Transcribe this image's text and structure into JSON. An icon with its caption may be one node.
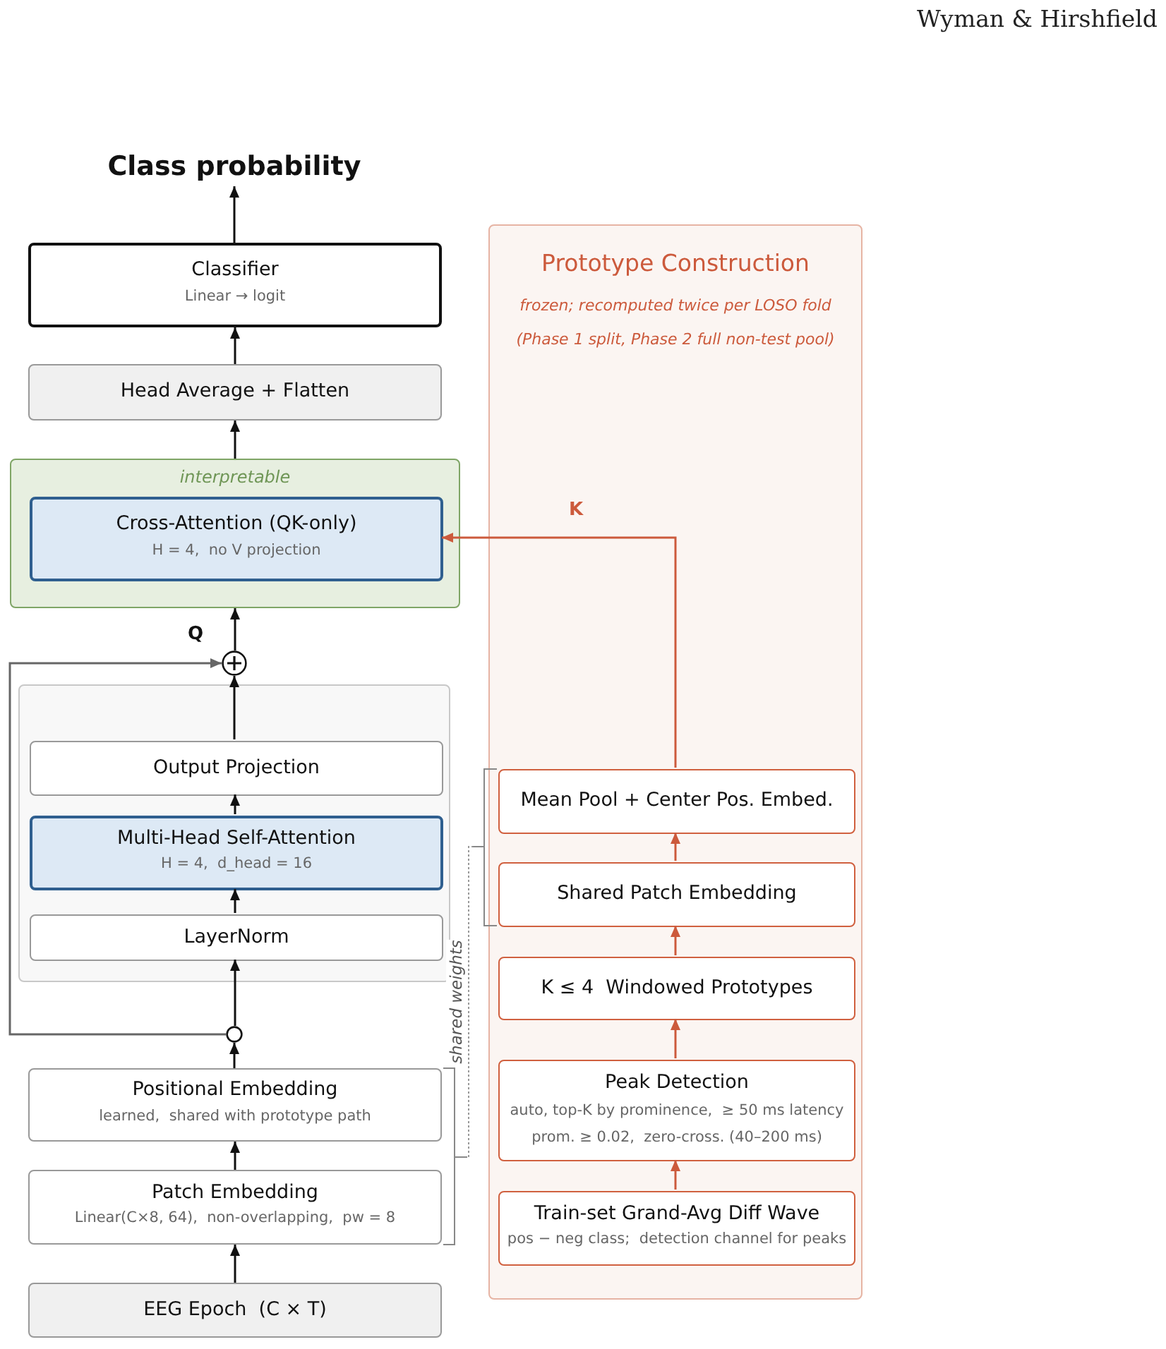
{
  "diagram": {
    "nodes": [
      {
        "text": [
          "Class probability"
        ]
      },
      {
        "text": [
          "Classifier",
          "Linear → logit"
        ]
      },
      {
        "text": [
          "Head Average + Flatten"
        ]
      },
      {
        "text": [
          "interpretable"
        ]
      },
      {
        "text": [
          "Cross-Attention (QK-only)",
          "H = 4,  no V projection"
        ],
        "in": 3
      },
      {
        "text": [
          "Prototype Construction",
          "frozen; recomputed twice per LOSO fold",
          "(Phase 1 split, Phase 2 full non-test pool)"
        ]
      },
      {
        "text": [],
        "shape": "circle"
      },
      {
        "text": [],
        "shape": "box"
      },
      {
        "text": [
          "Output Projection"
        ],
        "in": 7
      },
      {
        "text": [
          "Multi-Head Self-Attention",
          "H = 4,  d_head = 16"
        ],
        "in": 7
      },
      {
        "text": [
          "LayerNorm"
        ],
        "in": 7
      },
      {
        "text": [],
        "shape": "circle"
      },
      {
        "text": [
          "Positional Embedding",
          "learned,  shared with prototype path"
        ]
      },
      {
        "text": [
          "Patch Embedding",
          "Linear(C×8, 64),  non-overlapping,  pw = 8"
        ]
      },
      {
        "text": [
          "EEG Epoch  (C × T)"
        ]
      },
      {
        "text": [
          "Mean Pool + Center Pos. Embed."
        ],
        "in": 5
      },
      {
        "text": [
          "Shared Patch Embedding"
        ],
        "in": 5
      },
      {
        "text": [
          "K ≤ 4  Windowed Prototypes"
        ],
        "in": 5
      },
      {
        "text": [
          "Peak Detection",
          "auto, top-K by prominence,  ≥ 50 ms latency",
          "prom. ≥ 0.02,  zero-cross. (40–200 ms)"
        ],
        "in": 5
      },
      {
        "text": [
          "Train-set Grand-Avg Diff Wave",
          "pos − neg class;  detection channel for peaks"
        ],
        "in": 5
      }
    ],
    "edges": [
      {
        "from": 1,
        "to": 0,
        "arrow": "to"
      },
      {
        "from": 2,
        "to": 1,
        "arrow": "to"
      },
      {
        "from": 3,
        "to": 2,
        "arrow": "to"
      },
      {
        "from": 6,
        "to": 3,
        "arrow": "to"
      },
      {
        "from": 8,
        "to": 6,
        "arrow": "to"
      },
      {
        "from": 9,
        "to": 8,
        "arrow": "to"
      },
      {
        "from": 10,
        "to": 9,
        "arrow": "to"
      },
      {
        "from": 11,
        "to": 10,
        "arrow": "to"
      },
      {
        "from": 12,
        "to": 11,
        "arrow": "to"
      },
      {
        "from": 13,
        "to": 12,
        "arrow": "to"
      },
      {
        "from": 14,
        "to": 13,
        "arrow": "to"
      },
      {
        "from": 11,
        "to": 6,
        "arrow": "to",
        "color": "#666666"
      },
      {
        "from": 19,
        "to": 18,
        "arrow": "to",
        "color": "#cc5a3c"
      },
      {
        "from": 18,
        "to": 17,
        "arrow": "to",
        "color": "#cc5a3c"
      },
      {
        "from": 17,
        "to": 16,
        "arrow": "to",
        "color": "#cc5a3c"
      },
      {
        "from": 16,
        "to": 15,
        "arrow": "to",
        "color": "#cc5a3c"
      },
      {
        "from": 15,
        "to": 4,
        "arrow": "to",
        "color": "#cc5a3c",
        "label": "K"
      }
    ],
    "labels": [
      "Wyman & Hirshfield",
      "Q",
      "shared weights"
    ]
  }
}
